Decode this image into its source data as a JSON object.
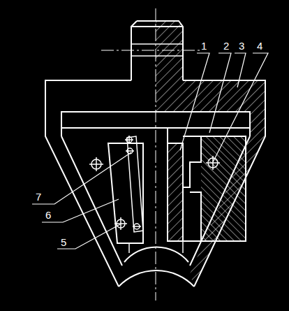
{
  "diagram": {
    "labels": [
      "1",
      "2",
      "3",
      "4",
      "7",
      "6",
      "5"
    ]
  }
}
